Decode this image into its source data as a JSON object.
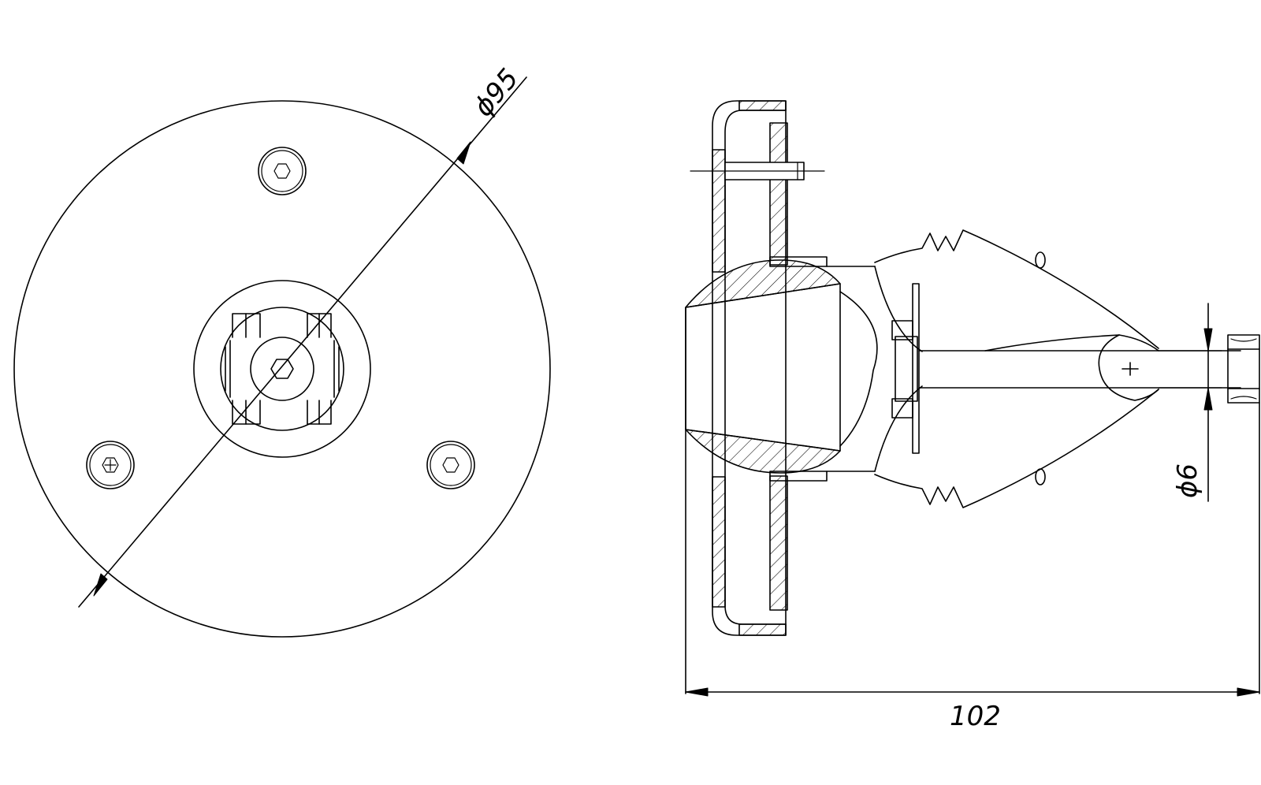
{
  "dimensions": {
    "outer_diameter": "ϕ95",
    "shaft_diameter": "ϕ6",
    "overall_length": "102"
  },
  "icons": [
    "hex-socket-screw-icon",
    "dimension-arrow-icon",
    "center-mark-icon"
  ],
  "colors": {
    "line": "#000000",
    "background": "#ffffff"
  }
}
